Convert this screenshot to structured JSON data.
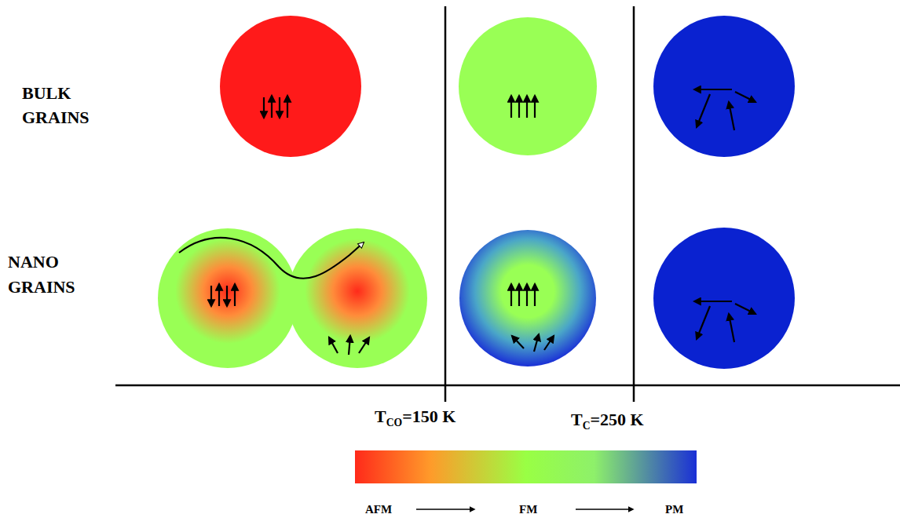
{
  "diagram": {
    "labels": [
      "BULK GRAINS",
      "NANO GRAINS",
      "T",
      "CO",
      "=150 K",
      "T",
      "C",
      "=250 K",
      "AFM",
      "FM",
      "PM"
    ]
  }
}
